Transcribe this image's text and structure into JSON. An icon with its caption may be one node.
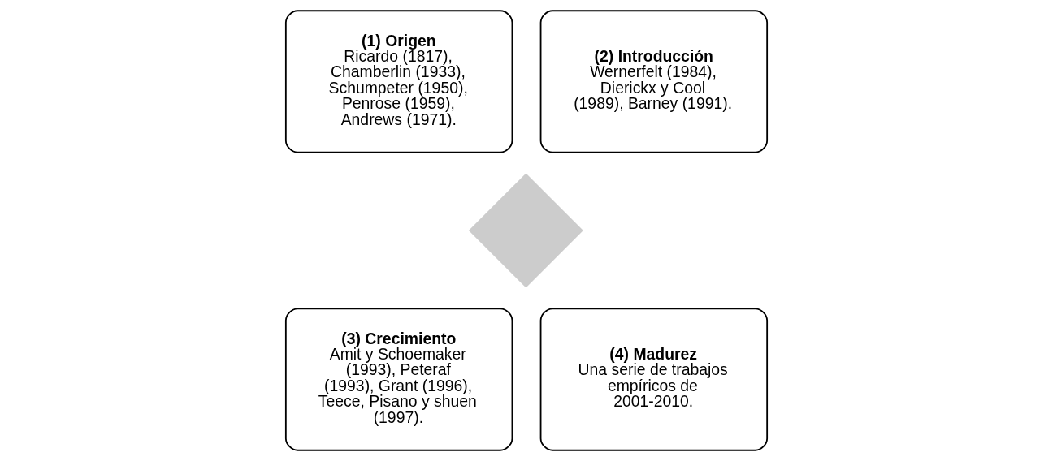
{
  "diagram": {
    "nodes": [
      {
        "text": [],
        "shape": "diamond"
      },
      {
        "text": [
          "(1) Origen",
          "Ricardo (1817), Chamberlin (1933), Schumpeter (1950), Penrose (1959), Andrews (1971)."
        ]
      },
      {
        "text": [
          "(2) Introducción",
          "Wernerfelt (1984), Dierickx y Cool (1989), Barney (1991)."
        ]
      },
      {
        "text": [
          "(3) Crecimiento",
          "Amit y Schoemaker (1993), Peteraf (1993), Grant (1996), Teece, Pisano y shuen (1997)."
        ]
      },
      {
        "text": [
          "(4) Madurez",
          "Una serie de trabajos empíricos de 2001-2010."
        ]
      }
    ]
  }
}
